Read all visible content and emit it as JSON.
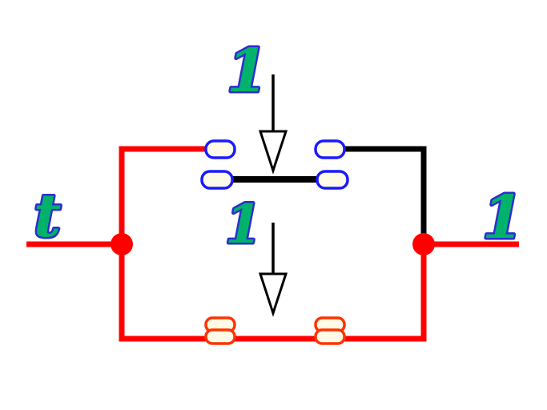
{
  "diagram": {
    "kind": "switch-circuit-schematic",
    "labels": {
      "source": "t",
      "top_button": "1",
      "bottom_button": "1",
      "output": "1"
    },
    "components": {
      "top_pushbutton": {
        "state": "open",
        "wire_color_in": "red",
        "wire_color_out": "black"
      },
      "bottom_pushbutton": {
        "state": "closed",
        "wire_color_in": "red",
        "wire_color_out": "red"
      }
    }
  },
  "colors": {
    "background": "#ffffff",
    "wire_active": "#ff0000",
    "wire_inactive": "#000000",
    "terminal_fill": "#fffbe6",
    "terminal_top_stroke": "#1a1aff",
    "terminal_bottom_stroke": "#ff3300",
    "label_fill": "#00b26b",
    "label_stroke": "#2d2dcf"
  }
}
